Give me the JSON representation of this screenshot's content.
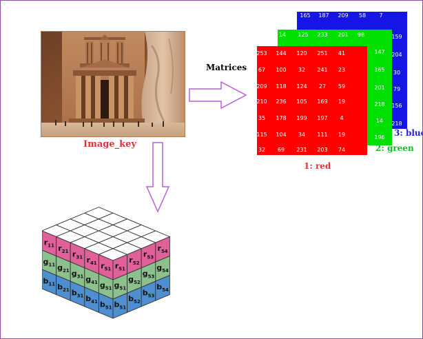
{
  "labels": {
    "image_key": "Image_key",
    "matrices": "Matrices",
    "red": "1: red",
    "green": "2: green",
    "blue": "3: blue"
  },
  "colors": {
    "red": "#ff0000",
    "green": "#00e000",
    "blue": "#1515e6",
    "arrow": "#b760d6",
    "cube_red": "#e0609a",
    "cube_green": "#8cc08c",
    "cube_blue": "#4f8fcf"
  },
  "matrices": {
    "red_rows": [
      [
        "253",
        "144",
        "120",
        "251",
        "41"
      ],
      [
        "67",
        "100",
        "32",
        "241",
        "23"
      ],
      [
        "209",
        "118",
        "124",
        "27",
        "59"
      ],
      [
        "210",
        "236",
        "105",
        "169",
        "19"
      ],
      [
        "35",
        "178",
        "199",
        "197",
        "4"
      ],
      [
        "115",
        "104",
        "34",
        "111",
        "19"
      ],
      [
        "32",
        "69",
        "231",
        "203",
        "74"
      ]
    ],
    "green_top_row": [
      "14",
      "125",
      "233",
      "201",
      "98"
    ],
    "green_right_col": [
      "147",
      "165",
      "201",
      "218",
      "14",
      "196"
    ],
    "blue_top_row": [
      "165",
      "187",
      "209",
      "58",
      "7"
    ],
    "blue_right_col": [
      "159",
      "204",
      "30",
      "79",
      "156",
      "218"
    ]
  },
  "cube": {
    "top_layer": [
      [
        "r",
        "11"
      ],
      [
        "r",
        "21"
      ],
      [
        "r",
        "31"
      ],
      [
        "r",
        "41"
      ],
      [
        "r",
        "51"
      ],
      [
        "r",
        "51"
      ],
      [
        "r",
        "52"
      ],
      [
        "r",
        "53"
      ],
      [
        "r",
        "54"
      ]
    ],
    "middle_layer": [
      [
        "g",
        "11"
      ],
      [
        "g",
        "21"
      ],
      [
        "g",
        "31"
      ],
      [
        "g",
        "41"
      ],
      [
        "g",
        "51"
      ],
      [
        "g",
        "51"
      ],
      [
        "g",
        "52"
      ],
      [
        "g",
        "53"
      ],
      [
        "g",
        "54"
      ]
    ],
    "bottom_layer": [
      [
        "b",
        "11"
      ],
      [
        "b",
        "21"
      ],
      [
        "b",
        "31"
      ],
      [
        "b",
        "41"
      ],
      [
        "b",
        "51"
      ],
      [
        "b",
        "51"
      ],
      [
        "b",
        "52"
      ],
      [
        "b",
        "53"
      ],
      [
        "b",
        "54"
      ]
    ]
  }
}
